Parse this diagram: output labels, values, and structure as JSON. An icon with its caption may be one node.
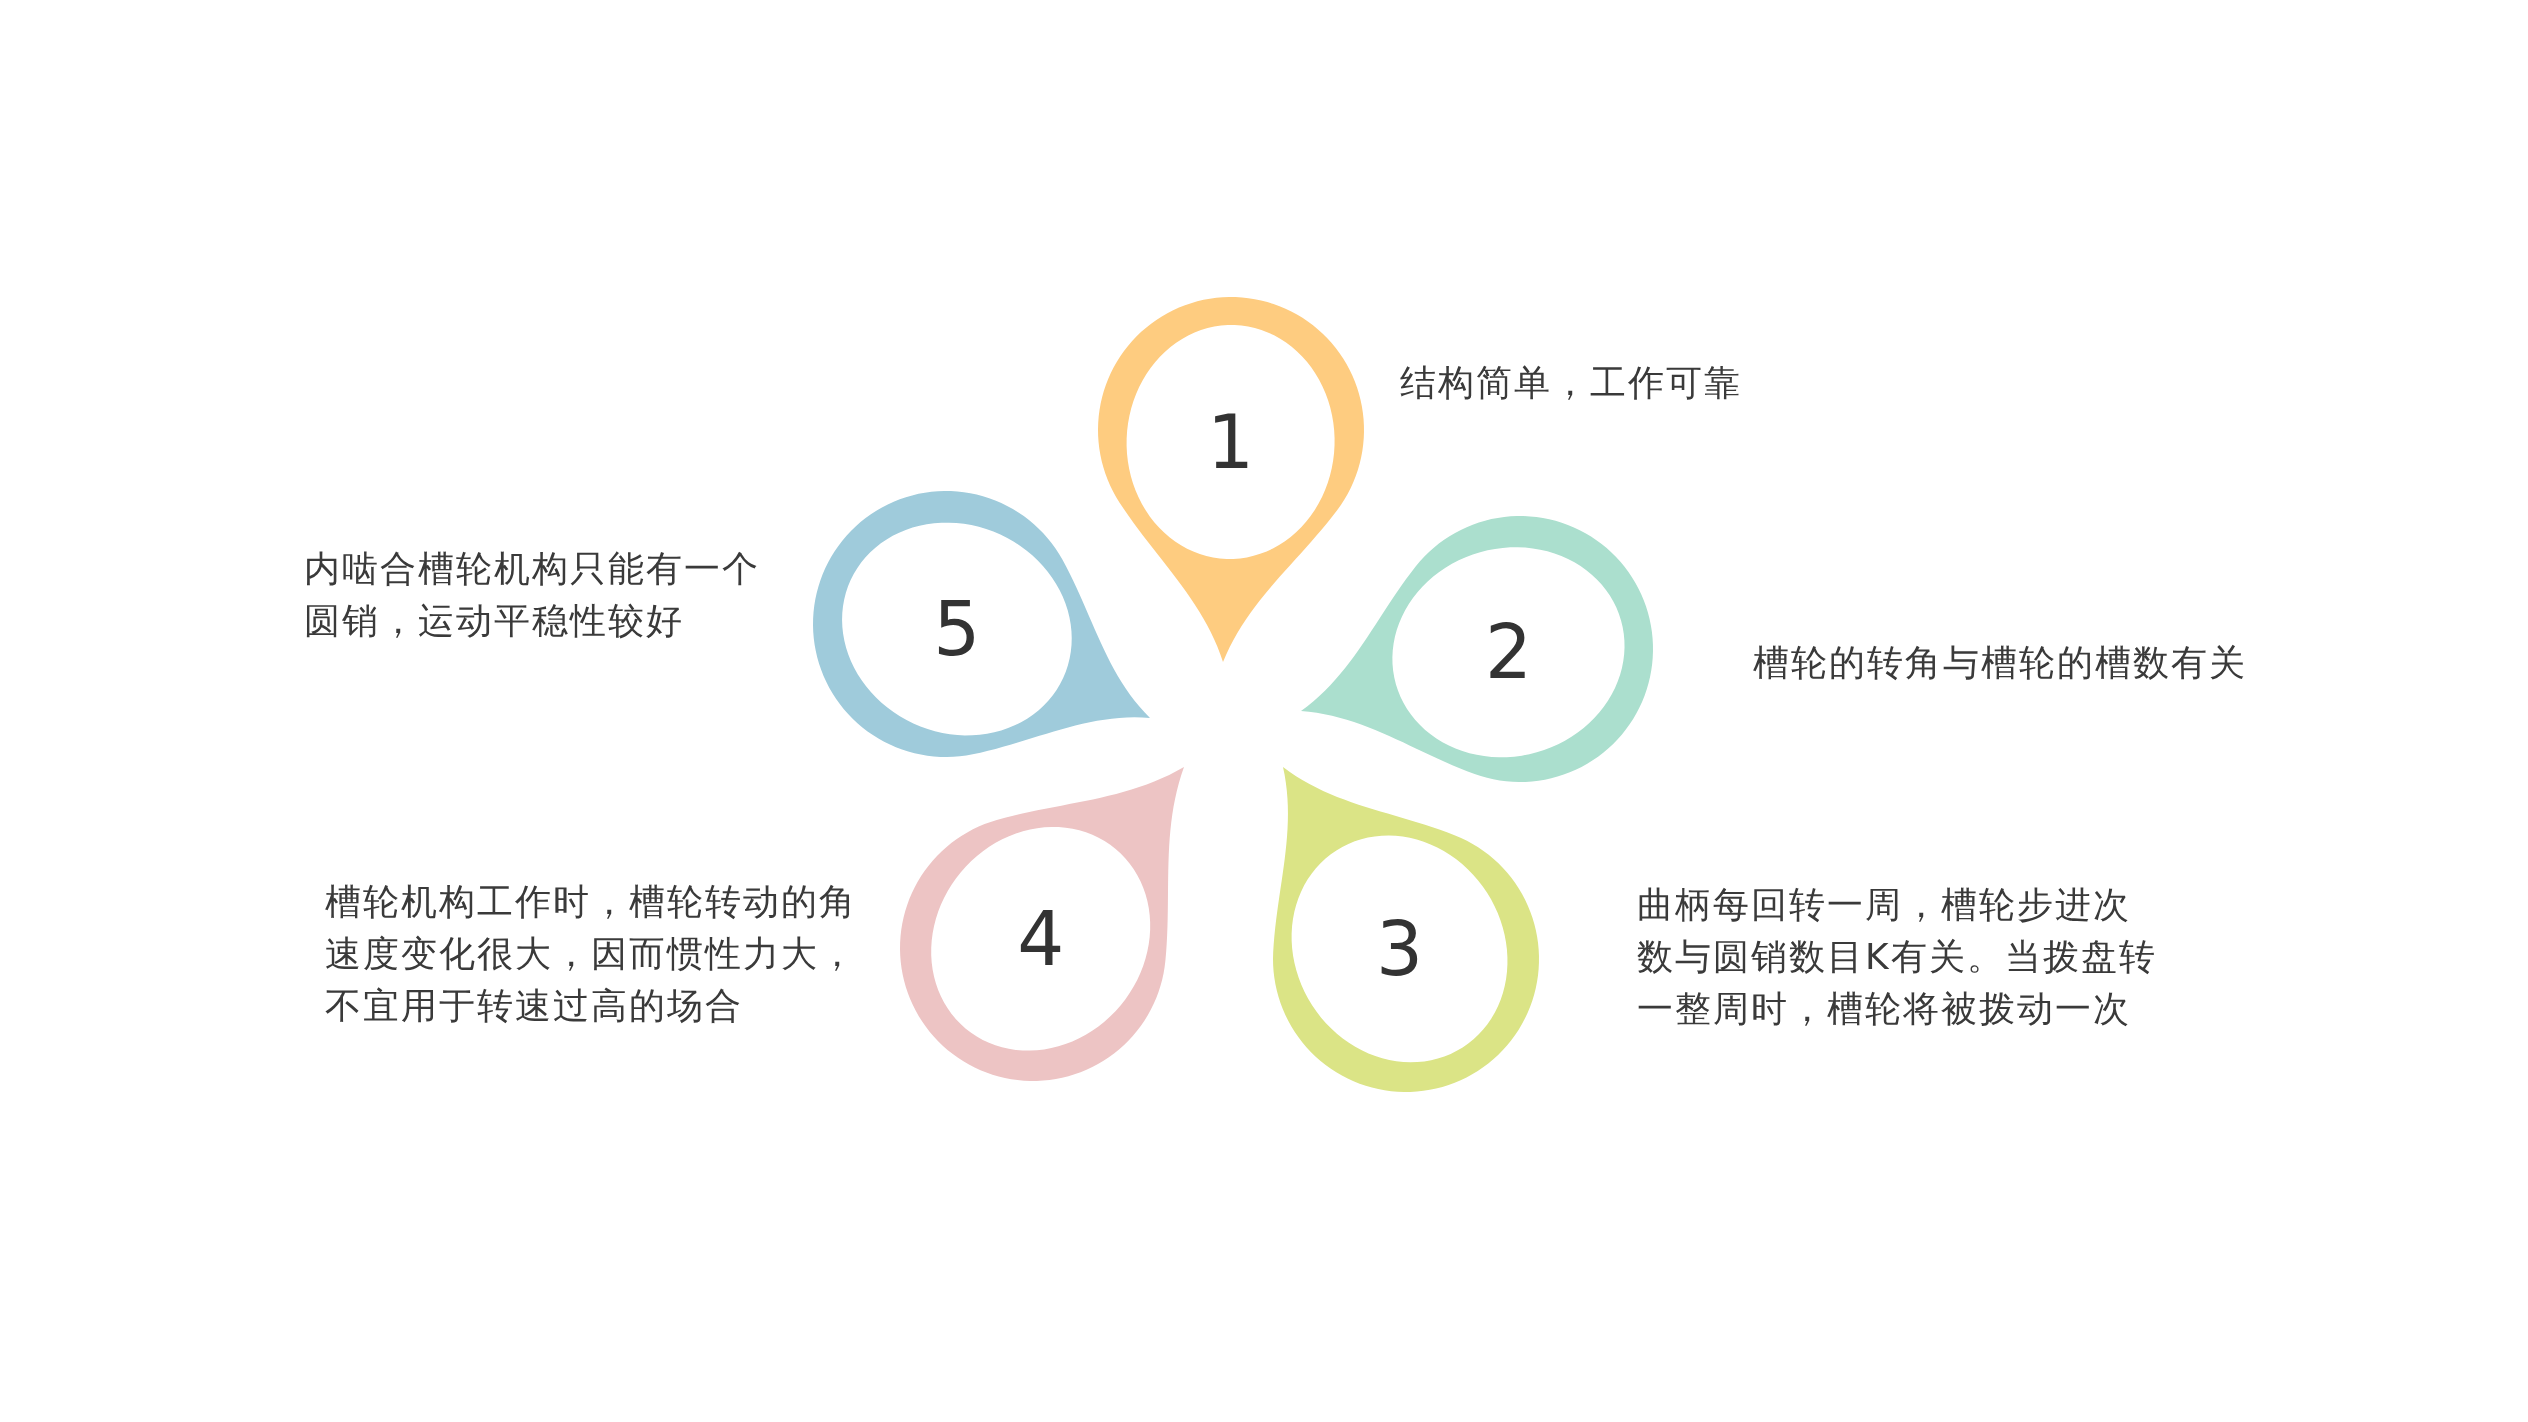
{
  "diagram": {
    "nodes": [
      {
        "text": [
          "1"
        ],
        "beside": [
          "结构简单，工作可靠"
        ]
      },
      {
        "text": [
          "2"
        ],
        "beside": [
          "槽轮的转角与槽轮的槽数有关"
        ]
      },
      {
        "text": [
          "3"
        ],
        "beside": [
          "曲柄每回转一周，槽轮步进次数与圆销数目K有关。当拨盘转一整周时，槽轮将被拨动一次"
        ]
      },
      {
        "text": [
          "4"
        ],
        "beside": [
          "槽轮机构工作时，槽轮转动的角速度变化很大，因而惯性力大，不宜用于转速过高的场合"
        ]
      },
      {
        "text": [
          "5"
        ],
        "beside": [
          "内啮合槽轮机构只能有一个圆销，运动平稳性较好"
        ]
      }
    ]
  }
}
